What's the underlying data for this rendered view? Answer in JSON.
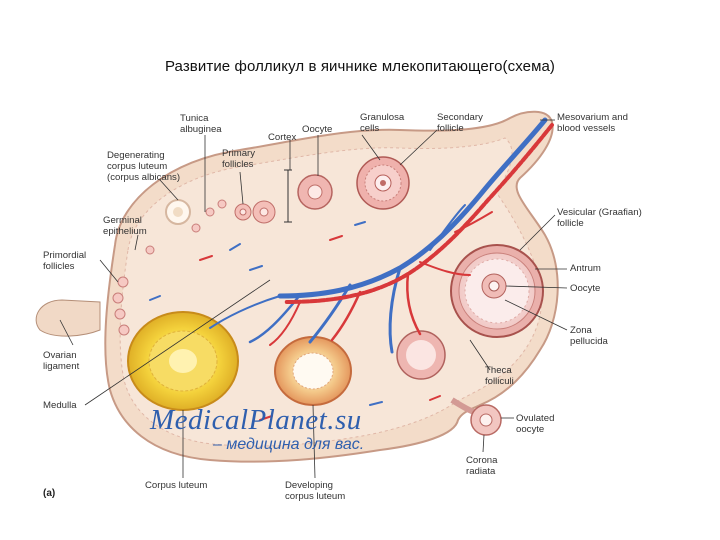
{
  "title": "Развитие фолликул в яичнике млекопитающего(схема)",
  "labels": {
    "tunica_albuginea": "Tunica\nalbuginea",
    "cortex": "Cortex",
    "oocyte_top": "Oocyte",
    "granulosa_cells": "Granulosa\ncells",
    "secondary_follicle": "Secondary\nfollicle",
    "mesovarium": "Mesovarium and\nblood vessels",
    "primary_follicles": "Primary\nfollicles",
    "degenerating_cl": "Degenerating\ncorpus luteum\n(corpus albicans)",
    "germinal_epithelium": "Germinal\nepithelium",
    "primordial_follicles": "Primordial\nfollicles",
    "vesicular_follicle": "Vesicular (Graafian)\nfollicle",
    "antrum": "Antrum",
    "oocyte_right": "Oocyte",
    "zona_pellucida": "Zona\npellucida",
    "ovarian_ligament": "Ovarian\nligament",
    "medulla": "Medulla",
    "theca_folliculi": "Theca\nfolliculi",
    "ovulated_oocyte": "Ovulated\noocyte",
    "corona_radiata": "Corona\nradiata",
    "corpus_luteum": "Corpus luteum",
    "developing_cl": "Developing\ncorpus luteum",
    "panel_label": "(a)"
  },
  "watermark": {
    "line1": "MedicalPlanet.su",
    "line2": "– медицина для вас."
  },
  "colors": {
    "ovary_fill": "#f3dcc9",
    "cortex_pink": "#e9b7b4",
    "artery": "#d8383a",
    "vein": "#3f6fc4",
    "corpus_luteum": "#f2cf3a",
    "watermark": "#2f5fae"
  }
}
